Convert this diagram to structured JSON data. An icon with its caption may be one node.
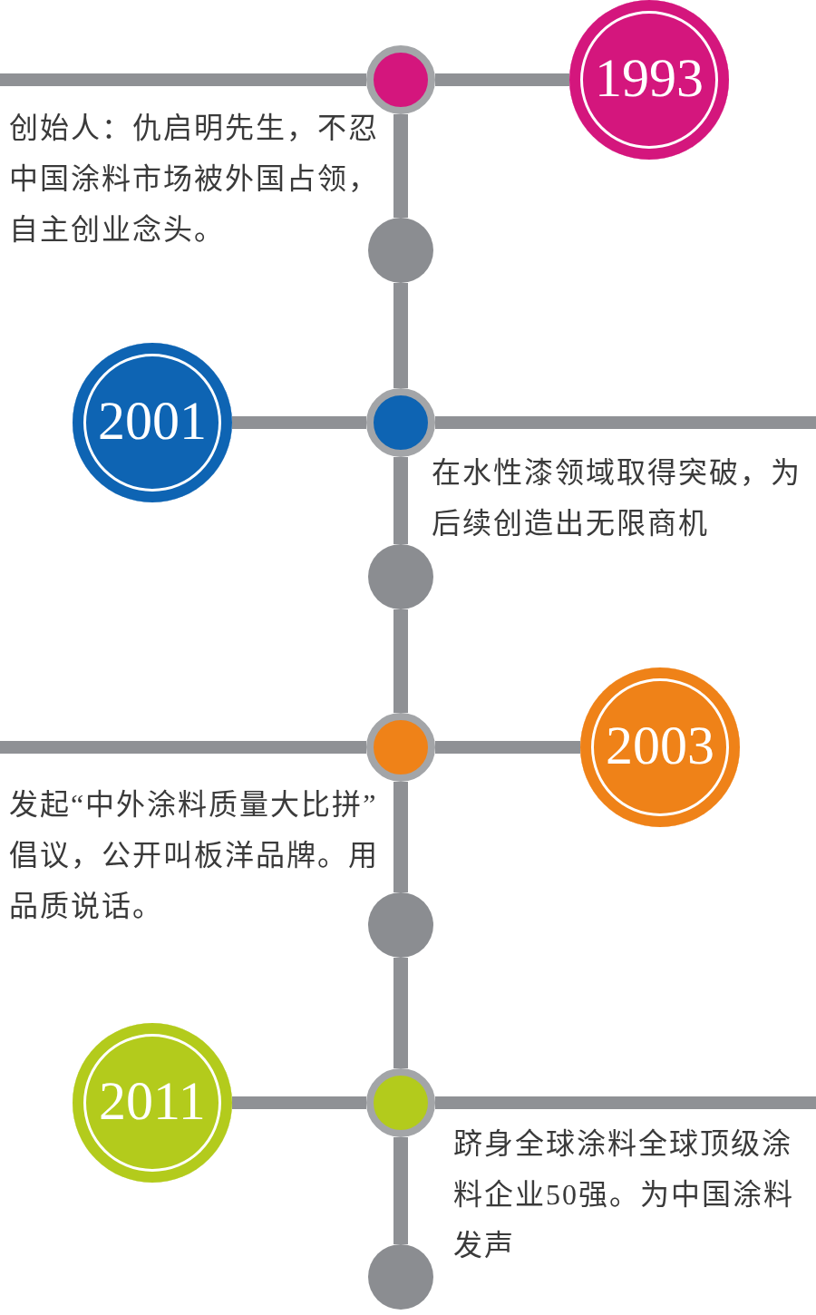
{
  "diagram": {
    "nodes": [
      {
        "text": [],
        "shape": "circle",
        "beside": [
          "创始人：仇启明先生，不忍中国涂料市场被外国占领，自主创业念头。"
        ]
      },
      {
        "text": [
          "1993"
        ]
      },
      {
        "text": [],
        "shape": "circle"
      },
      {
        "text": [
          "2001"
        ]
      },
      {
        "text": [],
        "shape": "circle",
        "beside": [
          "在水性漆领域取得突破，为后续创造出无限商机"
        ]
      },
      {
        "text": [],
        "shape": "circle"
      },
      {
        "text": [],
        "shape": "circle",
        "beside": [
          "发起“中外涂料质量大比拼”倡议，公开叫板洋品牌。用品质说话。"
        ]
      },
      {
        "text": [
          "2003"
        ]
      },
      {
        "text": [],
        "shape": "circle"
      },
      {
        "text": [
          "2011"
        ]
      },
      {
        "text": [],
        "shape": "circle",
        "beside": [
          "跻身全球涂料全球顶级涂料企业50强。为中国涂料发声"
        ]
      },
      {
        "text": [],
        "shape": "circle"
      }
    ],
    "edges": [
      {
        "from": null,
        "to": 0,
        "arrow": "none"
      },
      {
        "from": 0,
        "to": 1,
        "arrow": "none"
      },
      {
        "from": 0,
        "to": 2,
        "arrow": "none"
      },
      {
        "from": 2,
        "to": 4,
        "arrow": "none"
      },
      {
        "from": 3,
        "to": 4,
        "arrow": "none"
      },
      {
        "from": 4,
        "to": null,
        "arrow": "none"
      },
      {
        "from": 4,
        "to": 5,
        "arrow": "none"
      },
      {
        "from": 5,
        "to": 6,
        "arrow": "none"
      },
      {
        "from": null,
        "to": 6,
        "arrow": "none"
      },
      {
        "from": 6,
        "to": 7,
        "arrow": "none"
      },
      {
        "from": 6,
        "to": 8,
        "arrow": "none"
      },
      {
        "from": 8,
        "to": 10,
        "arrow": "none"
      },
      {
        "from": 9,
        "to": 10,
        "arrow": "none"
      },
      {
        "from": 10,
        "to": null,
        "arrow": "none"
      },
      {
        "from": 10,
        "to": 11,
        "arrow": "none"
      }
    ]
  }
}
